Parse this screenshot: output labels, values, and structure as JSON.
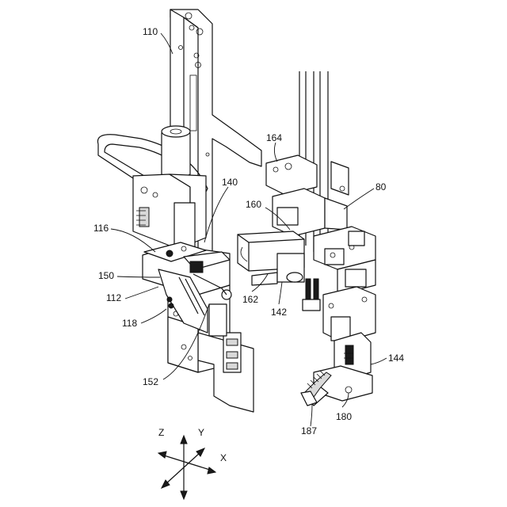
{
  "figure": {
    "labels": {
      "l110": "110",
      "l164": "164",
      "l80": "80",
      "l140": "140",
      "l160": "160",
      "l116": "116",
      "l150": "150",
      "l112": "112",
      "l162": "162",
      "l142": "142",
      "l118": "118",
      "l144": "144",
      "l152": "152",
      "l180": "180",
      "l187": "187"
    },
    "axes": {
      "z": "Z",
      "y": "Y",
      "x": "X"
    }
  }
}
